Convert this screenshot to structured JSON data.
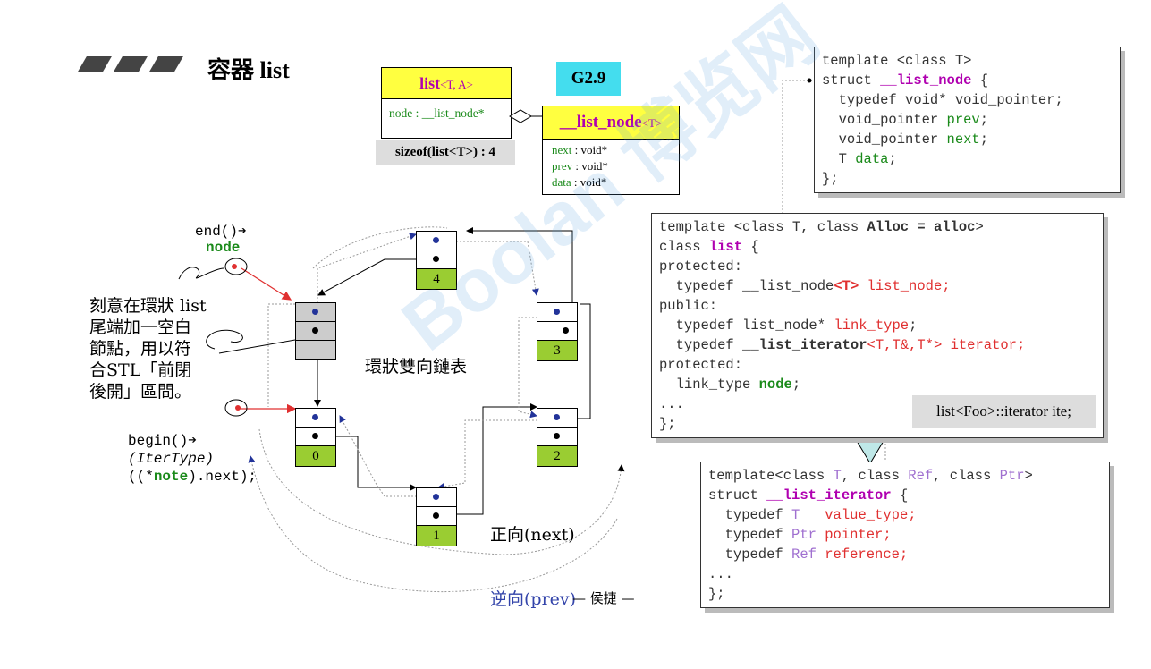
{
  "title": "容器 list",
  "version_badge": "G2.9",
  "uml": {
    "list_class": {
      "name": "list",
      "params": "<T, A>",
      "field": "node : __list_node*"
    },
    "sizeof": "sizeof(list<T>) : 4",
    "node_class": {
      "name": "__list_node",
      "params": "<T>",
      "fields": [
        {
          "name": "next",
          "type": " : void*"
        },
        {
          "name": "prev",
          "type": " : void*"
        },
        {
          "name": "data",
          "type": " : void*"
        }
      ]
    }
  },
  "diagram": {
    "end_label": "end()➔",
    "end_node": "node",
    "begin_label": "begin()➔",
    "begin_cast": "(IterType)",
    "begin_expr_pre": "((*",
    "begin_expr_note": "note",
    "begin_expr_post": ").next);",
    "note_lines": [
      "刻意在環狀 list",
      "尾端加一空白",
      "節點，用以符",
      "合STL「前閉",
      "後開」區間。"
    ],
    "ring_label": "環狀雙向鏈表",
    "node_labels": [
      "0",
      "1",
      "2",
      "3",
      "4"
    ],
    "forward_label": "正向(next)",
    "backward_label": "逆向(prev)",
    "author": "— 侯捷 —"
  },
  "code_node": {
    "l1": "template <class T>",
    "l2a": "struct ",
    "l2b": "__list_node",
    "l2c": " {",
    "l3": "  typedef void* void_pointer;",
    "l4a": "  void_pointer ",
    "l4b": "prev",
    "l4c": ";",
    "l5a": "  void_pointer ",
    "l5b": "next",
    "l5c": ";",
    "l6a": "  T ",
    "l6b": "data",
    "l6c": ";",
    "l7": "};"
  },
  "code_list": {
    "l1a": "template <class T, class ",
    "l1b": "Alloc = alloc",
    "l1c": ">",
    "l2a": "class ",
    "l2b": "list",
    "l2c": " {",
    "l3": "protected:",
    "l4a": "  typedef __list_node",
    "l4b": "<T>",
    "l4c": " list_node;",
    "l5": "public:",
    "l6a": "  typedef list_node* ",
    "l6b": "link_type",
    "l6c": ";",
    "l7a": "  typedef ",
    "l7b": "__list_iterator",
    "l7c": "<T,T&,T*>",
    "l7d": " iterator;",
    "l8": "protected:",
    "l9a": "  link_type ",
    "l9b": "node",
    "l9c": ";",
    "l10": "...",
    "l11": "};"
  },
  "usage_label": "list<Foo>::iterator ite;",
  "code_iter": {
    "l1a": "template<class ",
    "l1b": "T",
    "l1c": ", class ",
    "l1d": "Ref",
    "l1e": ", class ",
    "l1f": "Ptr",
    "l1g": ">",
    "l2a": "struct ",
    "l2b": "__list_iterator",
    "l2c": " {",
    "l3a": "  typedef ",
    "l3b": "T",
    "l3c": "   value_type;",
    "l4a": "  typedef ",
    "l4b": "Ptr",
    "l4c": " pointer;",
    "l5a": "  typedef ",
    "l5b": "Ref",
    "l5c": " reference;",
    "l6": "...",
    "l7": "};"
  },
  "watermark": "Boolan 博览网",
  "colors": {
    "accent_yellow": "#ffff40",
    "node_green": "#9acd32",
    "code_red": "#e03030",
    "code_magenta": "#b000b0",
    "code_green": "#1a8a1a",
    "badge_cyan": "#44ddee"
  }
}
